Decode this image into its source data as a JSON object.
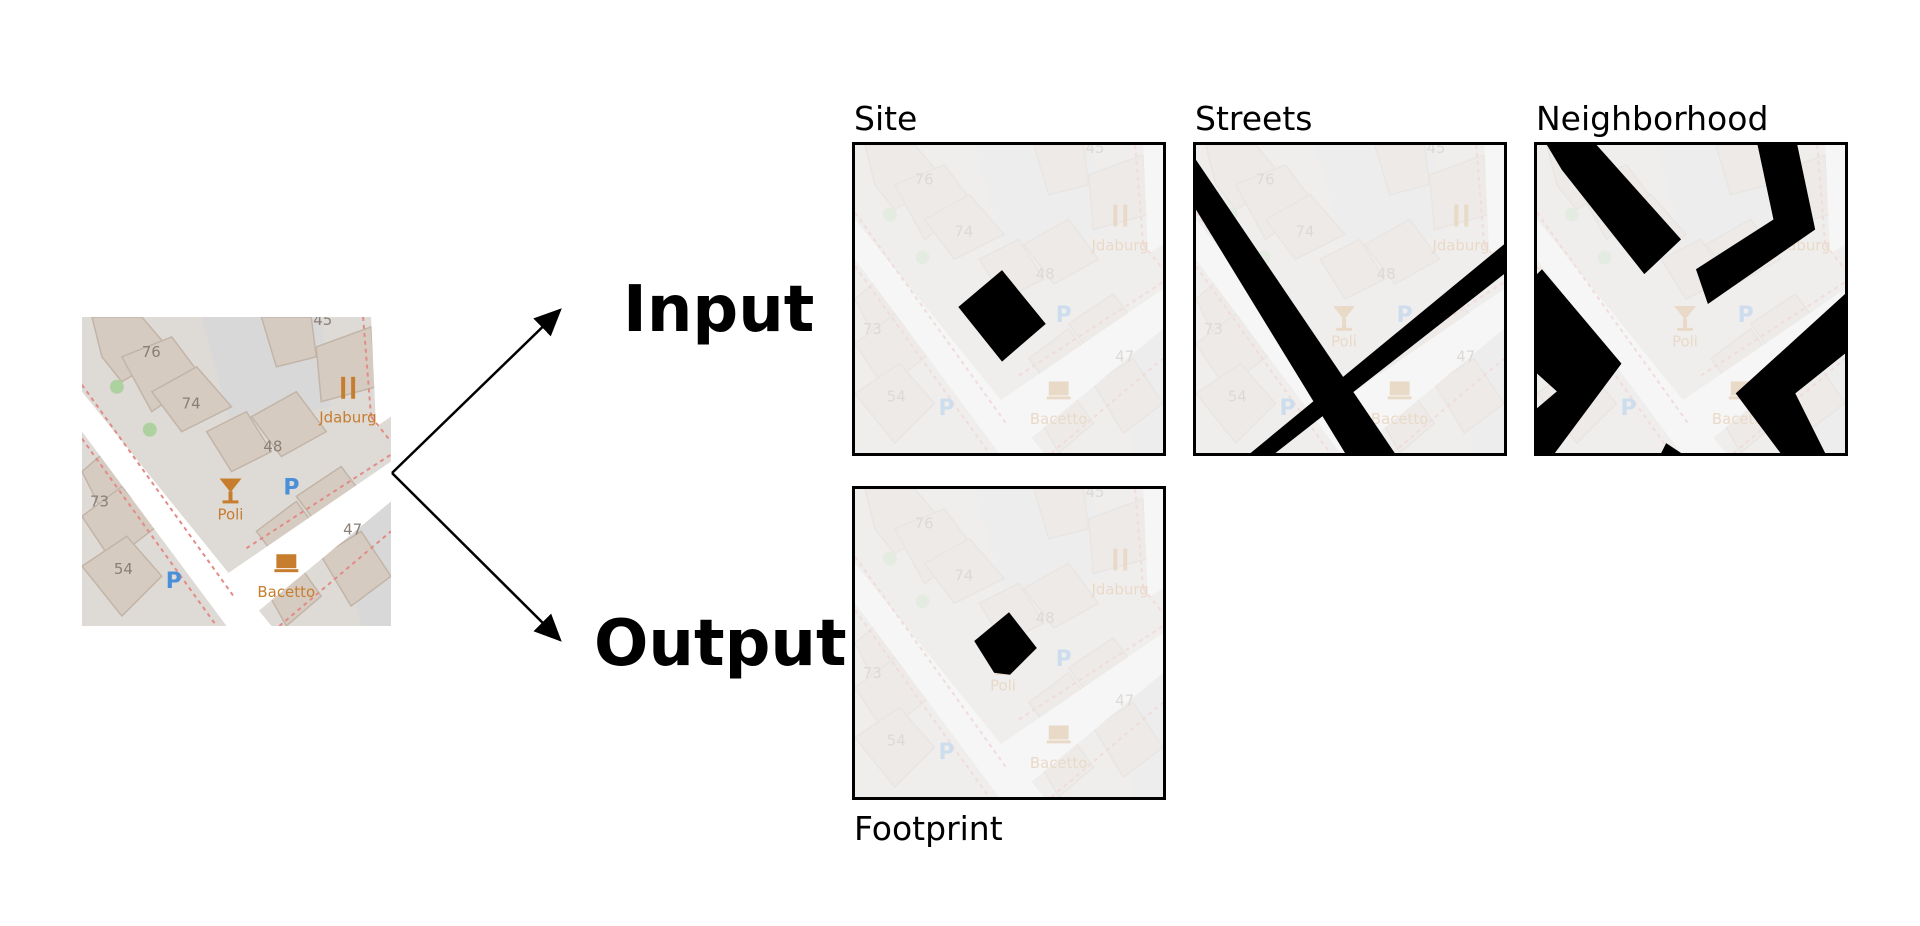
{
  "source_map": {
    "house_numbers": [
      "76",
      "74",
      "45",
      "48",
      "73",
      "47",
      "54"
    ],
    "poi_labels": [
      "Jdaburg",
      "Poli",
      "Bacetto"
    ],
    "parking_symbol": "P",
    "icons": [
      "parking-icon",
      "fork-knife-icon",
      "cocktail-icon",
      "coffee-cup-icon"
    ],
    "colors": {
      "road": "#ffffff",
      "block": "#e0dcd8",
      "building": "#d9d0c9",
      "building_stroke": "#c4b8ad",
      "dash": "#e28b86",
      "poi": "#c77d2e",
      "parking": "#4a90d9",
      "tree": "#aed1a0"
    }
  },
  "labels": {
    "input": "Input",
    "output": "Output"
  },
  "panels": {
    "site": {
      "title": "Site"
    },
    "streets": {
      "title": "Streets"
    },
    "neighborhood": {
      "title": "Neighborhood"
    },
    "footprint": {
      "title": "Footprint"
    }
  },
  "colors": {
    "mask": "#000000",
    "frame": "#000000",
    "faded_overlay": "#f4f4f4"
  }
}
